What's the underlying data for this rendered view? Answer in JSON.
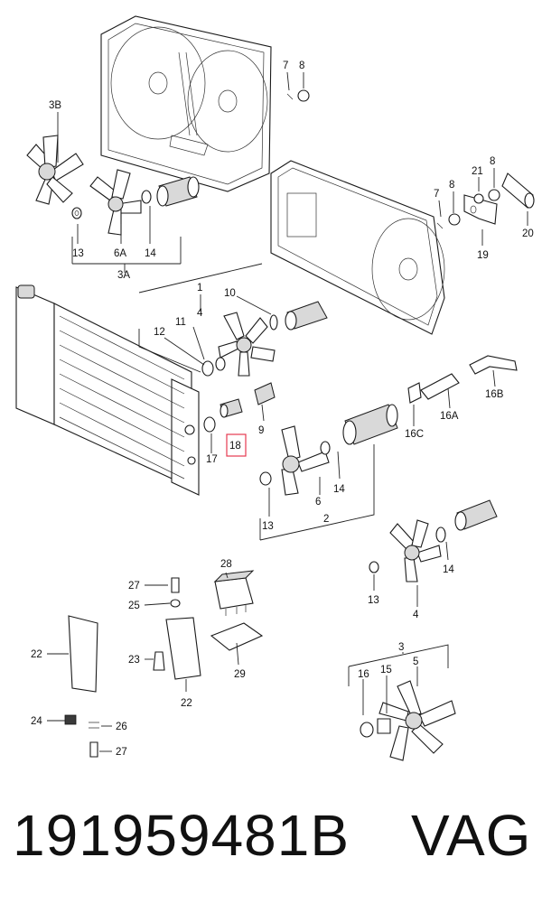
{
  "diagram": {
    "labels": {
      "l_3B": "3B",
      "l_13a": "13",
      "l_6A": "6A",
      "l_14a": "14",
      "l_3A": "3A",
      "l_7a": "7",
      "l_8a": "8",
      "l_7b": "7",
      "l_8b": "8",
      "l_21": "21",
      "l_8c": "8",
      "l_19": "19",
      "l_20": "20",
      "l_1": "1",
      "l_10": "10",
      "l_4a": "4",
      "l_11": "11",
      "l_12": "12",
      "l_16B": "16B",
      "l_16A": "16A",
      "l_16C": "16C",
      "l_9": "9",
      "l_17": "17",
      "l_18": "18",
      "l_6b": "6",
      "l_14b": "14",
      "l_13b": "13",
      "l_2": "2",
      "l_14c": "14",
      "l_13c": "13",
      "l_4b": "4",
      "l_28": "28",
      "l_27a": "27",
      "l_25": "25",
      "l_22a": "22",
      "l_23": "23",
      "l_29": "29",
      "l_22b": "22",
      "l_24": "24",
      "l_26": "26",
      "l_27b": "27",
      "l_3": "3",
      "l_16": "16",
      "l_15": "15",
      "l_5": "5"
    },
    "highlight_color": "#e53950"
  },
  "footer": {
    "part_number": "191959481B",
    "brand": "VAG"
  }
}
